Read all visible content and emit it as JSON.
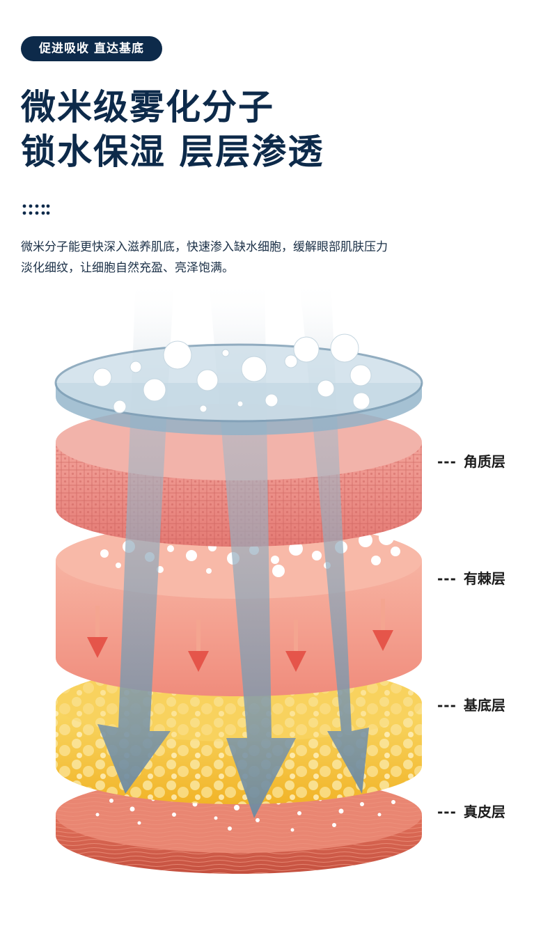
{
  "badge": "促进吸收 直达基底",
  "headline": {
    "line1": "微米级雾化分子",
    "line2": "锁水保湿 层层渗透"
  },
  "description": {
    "line1": "微米分子能更快深入滋养肌底，快速渗入缺水细胞，缓解眼部肌肤压力",
    "line2": "淡化细纹，让细胞自然充盈、亮泽饱满。"
  },
  "layers": [
    {
      "dash": "---",
      "name": "角质层"
    },
    {
      "dash": "---",
      "name": "有棘层"
    },
    {
      "dash": "---",
      "name": "基底层"
    },
    {
      "dash": "---",
      "name": "真皮层"
    }
  ],
  "colors": {
    "navy": "#0d2a4a",
    "stratum_corneum": "#e98a84",
    "spinous": "#f3a28f",
    "basal": "#f6c53f",
    "dermis": "#d9634f",
    "penetration_arrow": "#7d98ad",
    "down_arrow": "#e5554a"
  }
}
